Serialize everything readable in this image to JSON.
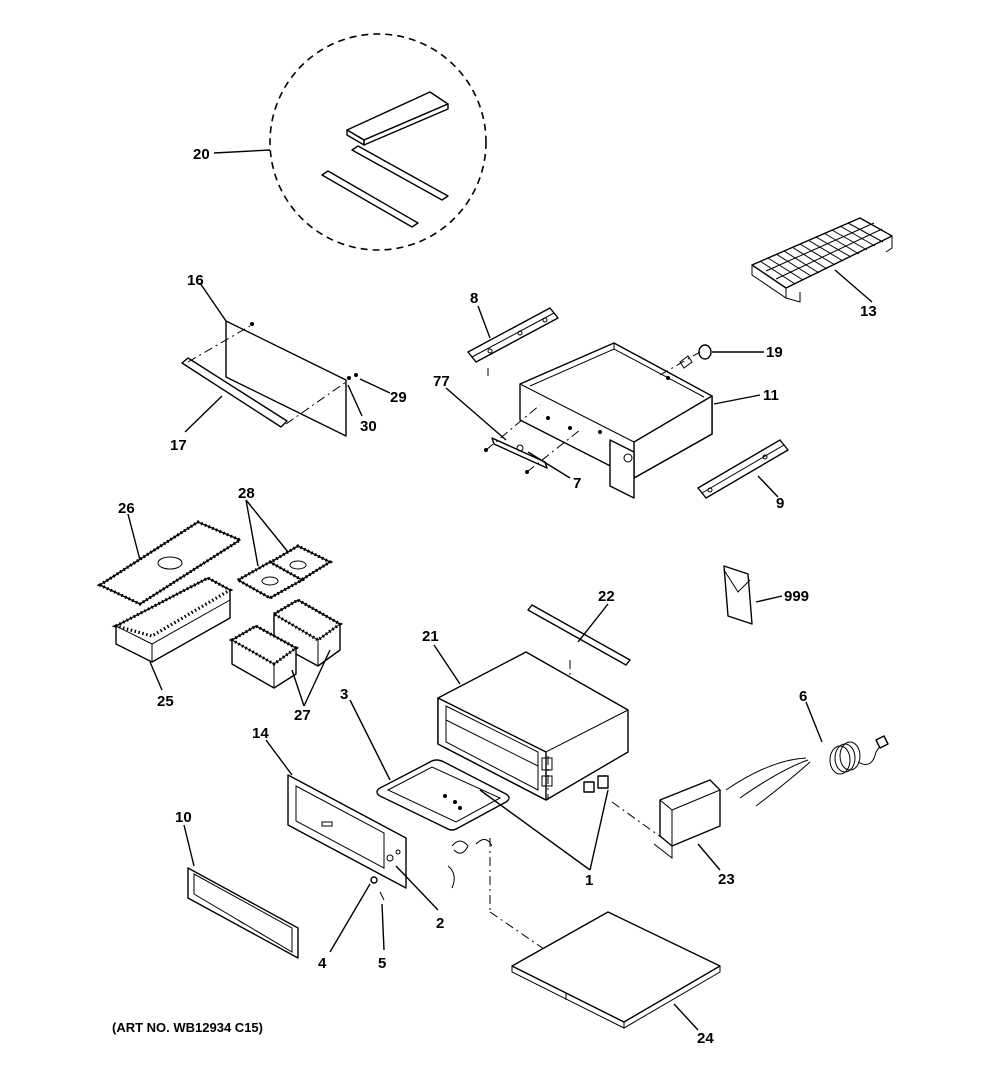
{
  "art_number": "(ART NO. WB12934 C15)",
  "callouts": {
    "c1": "1",
    "c2": "2",
    "c3": "3",
    "c4": "4",
    "c5": "5",
    "c6": "6",
    "c7": "7",
    "c8": "8",
    "c9": "9",
    "c10": "10",
    "c11": "11",
    "c13": "13",
    "c14": "14",
    "c16": "16",
    "c17": "17",
    "c19": "19",
    "c20": "20",
    "c21": "21",
    "c22": "22",
    "c23": "23",
    "c24": "24",
    "c25": "25",
    "c26": "26",
    "c27": "27",
    "c28": "28",
    "c29": "29",
    "c30": "30",
    "c77": "77",
    "c999": "999"
  }
}
